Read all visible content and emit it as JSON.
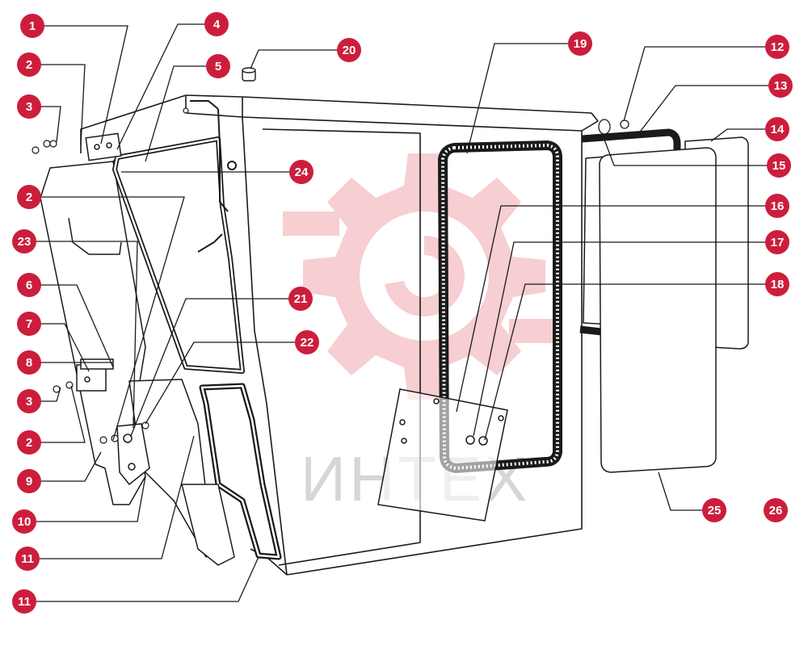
{
  "watermark": {
    "text": "ИНТЕХ"
  },
  "colors": {
    "badge": "#cc1e3c",
    "line": "#1a1a1a",
    "watermark_gear": "#f6c6c9",
    "watermark_text": "#d6d6d6"
  },
  "callouts": [
    {
      "id": "c1",
      "label": "1"
    },
    {
      "id": "c2a",
      "label": "2"
    },
    {
      "id": "c3a",
      "label": "3"
    },
    {
      "id": "c4",
      "label": "4"
    },
    {
      "id": "c5",
      "label": "5"
    },
    {
      "id": "c2b",
      "label": "2"
    },
    {
      "id": "c23",
      "label": "23"
    },
    {
      "id": "c6",
      "label": "6"
    },
    {
      "id": "c7",
      "label": "7"
    },
    {
      "id": "c8",
      "label": "8"
    },
    {
      "id": "c3b",
      "label": "3"
    },
    {
      "id": "c2c",
      "label": "2"
    },
    {
      "id": "c9",
      "label": "9"
    },
    {
      "id": "c10",
      "label": "10"
    },
    {
      "id": "c11a",
      "label": "11"
    },
    {
      "id": "c11b",
      "label": "11"
    },
    {
      "id": "c20",
      "label": "20"
    },
    {
      "id": "c24",
      "label": "24"
    },
    {
      "id": "c21",
      "label": "21"
    },
    {
      "id": "c22",
      "label": "22"
    },
    {
      "id": "c19",
      "label": "19"
    },
    {
      "id": "c12",
      "label": "12"
    },
    {
      "id": "c13",
      "label": "13"
    },
    {
      "id": "c14",
      "label": "14"
    },
    {
      "id": "c15",
      "label": "15"
    },
    {
      "id": "c16",
      "label": "16"
    },
    {
      "id": "c17",
      "label": "17"
    },
    {
      "id": "c18",
      "label": "18"
    },
    {
      "id": "c25",
      "label": "25"
    },
    {
      "id": "c26",
      "label": "26"
    }
  ]
}
